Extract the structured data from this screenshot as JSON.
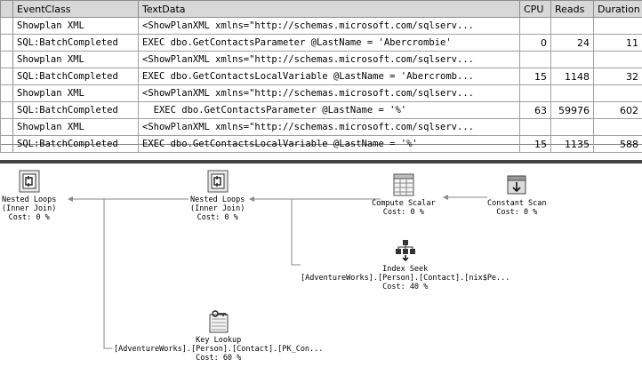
{
  "grid": {
    "columns": {
      "event_class": "EventClass",
      "text_data": "TextData",
      "cpu": "CPU",
      "reads": "Reads",
      "duration": "Duration"
    },
    "rows": [
      {
        "event": "Showplan XML",
        "text": "<ShowPlanXML xmlns=\"http://schemas.microsoft.com/sqlserv...",
        "cpu": "",
        "reads": "",
        "duration": ""
      },
      {
        "event": "SQL:BatchCompleted",
        "text": "EXEC dbo.GetContactsParameter @LastName = 'Abercrombie'",
        "cpu": "0",
        "reads": "24",
        "duration": "11"
      },
      {
        "event": "Showplan XML",
        "text": "<ShowPlanXML xmlns=\"http://schemas.microsoft.com/sqlserv...",
        "cpu": "",
        "reads": "",
        "duration": ""
      },
      {
        "event": "SQL:BatchCompleted",
        "text": "EXEC dbo.GetContactsLocalVariable @LastName = 'Abercromb...",
        "cpu": "15",
        "reads": "1148",
        "duration": "32"
      },
      {
        "event": "Showplan XML",
        "text": "<ShowPlanXML xmlns=\"http://schemas.microsoft.com/sqlserv...",
        "cpu": "",
        "reads": "",
        "duration": ""
      },
      {
        "event": "SQL:BatchCompleted",
        "text": "  EXEC dbo.GetContactsParameter @LastName = '%'",
        "cpu": "63",
        "reads": "59976",
        "duration": "602"
      },
      {
        "event": "Showplan XML",
        "text": "<ShowPlanXML xmlns=\"http://schemas.microsoft.com/sqlserv...",
        "cpu": "",
        "reads": "",
        "duration": ""
      },
      {
        "event": "SQL:BatchCompleted",
        "text": "EXEC dbo.GetContactsLocalVariable @LastName = '%'",
        "cpu": "15",
        "reads": "1135",
        "duration": "588"
      }
    ]
  },
  "plan": {
    "nested_loops_1": {
      "title": "Nested Loops",
      "subtitle": "(Inner Join)",
      "cost": "Cost: 0 %",
      "icon": "nested-loops-icon"
    },
    "nested_loops_2": {
      "title": "Nested Loops",
      "subtitle": "(Inner Join)",
      "cost": "Cost: 0 %",
      "icon": "nested-loops-icon"
    },
    "compute_scalar": {
      "title": "Compute Scalar",
      "cost": "Cost: 0 %",
      "icon": "compute-scalar-icon"
    },
    "constant_scan": {
      "title": "Constant Scan",
      "cost": "Cost: 0 %",
      "icon": "constant-scan-icon"
    },
    "index_seek": {
      "title": "Index Seek",
      "object": "[AdventureWorks].[Person].[Contact].[nix$Pe...",
      "cost": "Cost: 40 %",
      "icon": "index-seek-icon"
    },
    "key_lookup": {
      "title": "Key Lookup",
      "object": "[AdventureWorks].[Person].[Contact].[PK_Con...",
      "cost": "Cost: 60 %",
      "icon": "key-lookup-icon"
    }
  }
}
